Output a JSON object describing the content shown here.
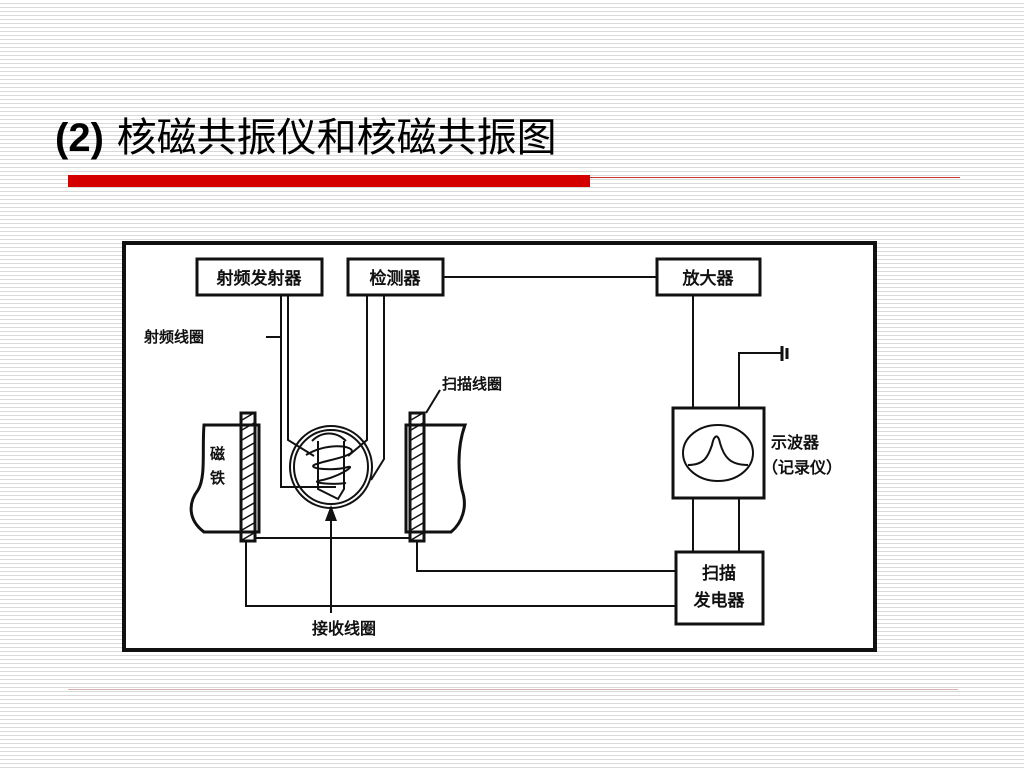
{
  "title": {
    "number": "(2)",
    "text": "核磁共振仪和核磁共振图"
  },
  "diagram": {
    "rf_transmitter": "射频发射器",
    "detector": "检测器",
    "amplifier": "放大器",
    "rf_coil": "射频线圈",
    "sweep_coil": "扫描线圈",
    "magnet_top": "磁",
    "magnet_bottom": "铁",
    "oscilloscope": "示波器",
    "recorder": "（记录仪）",
    "sweep_gen_line1": "扫描",
    "sweep_gen_line2": "发电器",
    "receiver_coil": "接收线圈"
  }
}
